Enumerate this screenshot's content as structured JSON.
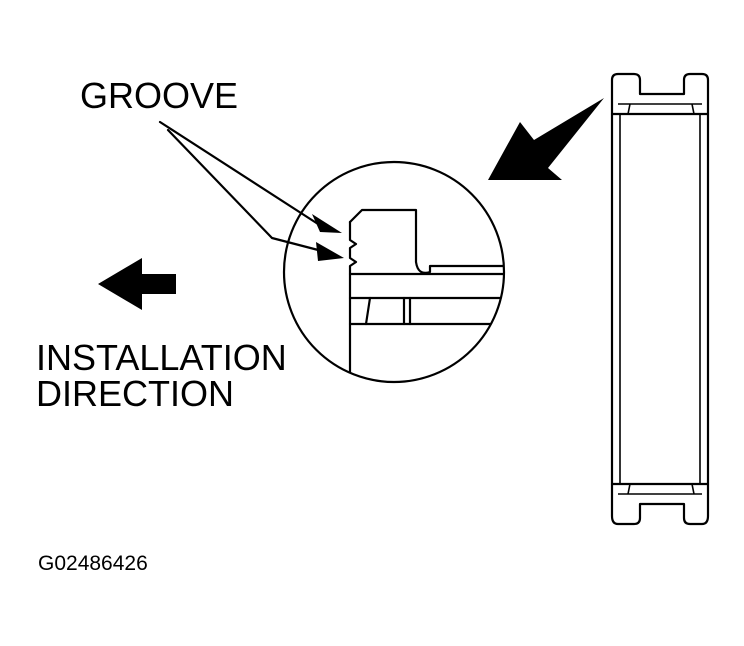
{
  "labels": {
    "groove": "GROOVE",
    "installation_line1": "INSTALLATION",
    "installation_line2": "DIRECTION",
    "figure_id": "G02486426"
  },
  "colors": {
    "ink": "#000000",
    "background": "#ffffff"
  },
  "icons": {
    "direction_arrow": "arrow-left-icon",
    "callout_arrow": "arrow-down-left-icon"
  }
}
